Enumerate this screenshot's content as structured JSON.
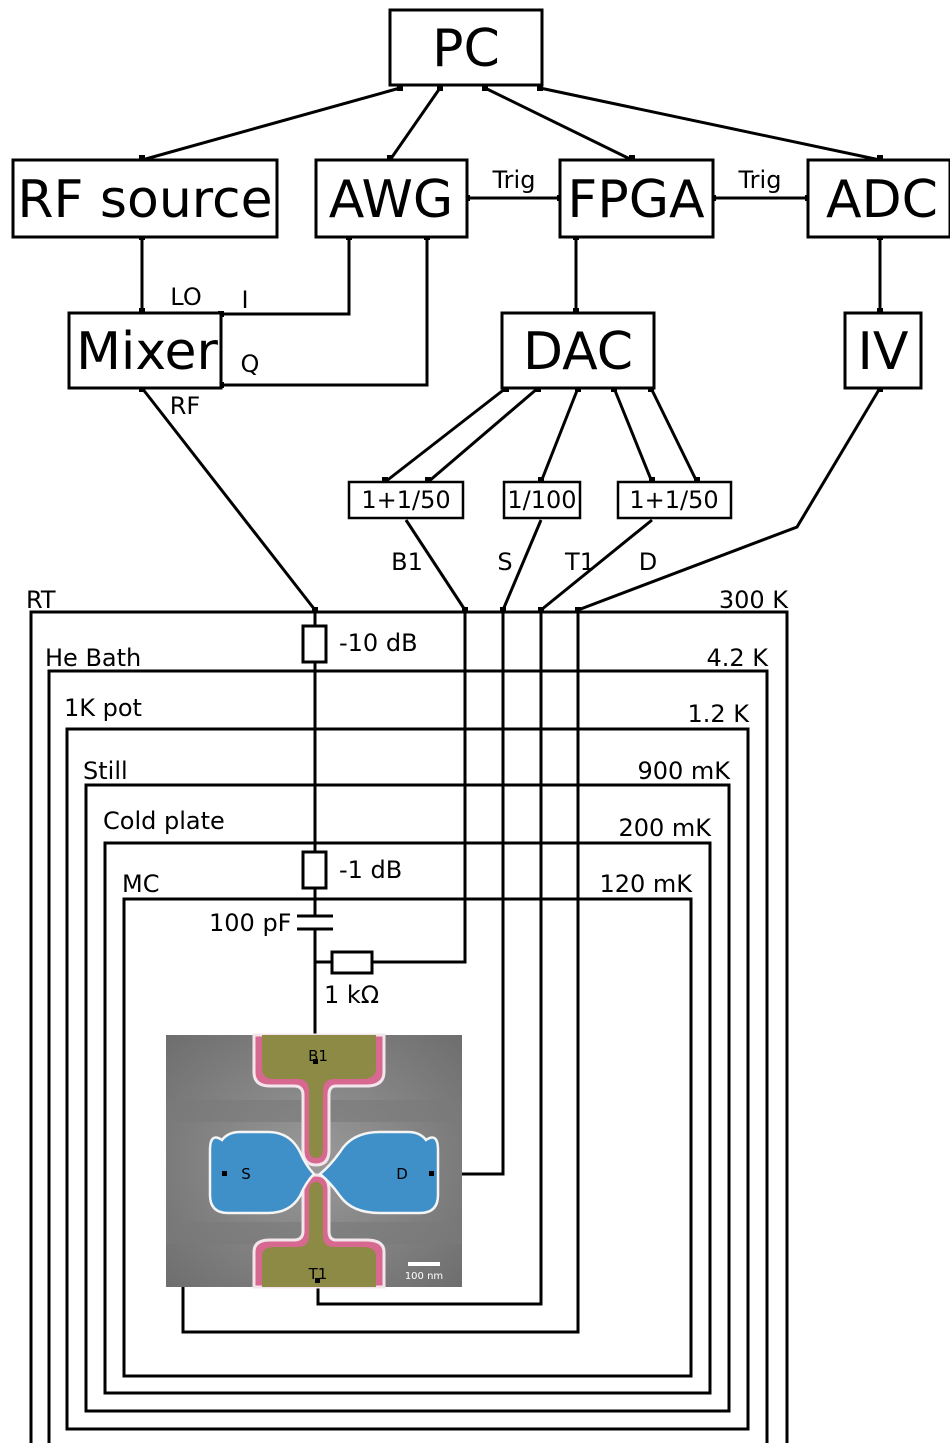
{
  "instruments": {
    "pc": "PC",
    "rf_source": "RF source",
    "awg": "AWG",
    "fpga": "FPGA",
    "adc": "ADC",
    "mixer": "Mixer",
    "dac": "DAC",
    "iv": "IV"
  },
  "trig_labels": [
    "Trig",
    "Trig"
  ],
  "mixer_ports": {
    "lo": "LO",
    "i": "I",
    "q": "Q",
    "rf": "RF"
  },
  "dividers": [
    "1+1/50",
    "1/100",
    "1+1/50"
  ],
  "line_labels": {
    "b1": "B1",
    "s": "S",
    "t1": "T1",
    "d": "D"
  },
  "stages": [
    {
      "name": "RT",
      "temp": "300 K"
    },
    {
      "name": "He Bath",
      "temp": "4.2 K"
    },
    {
      "name": "1K pot",
      "temp": "1.2 K"
    },
    {
      "name": "Still",
      "temp": "900 mK"
    },
    {
      "name": "Cold plate",
      "temp": "200 mK"
    },
    {
      "name": "MC",
      "temp": "120 mK"
    }
  ],
  "components": {
    "att_rt": "-10 dB",
    "att_cold": "-1 dB",
    "capacitor": "100 pF",
    "resistor": "1 kΩ"
  },
  "device": {
    "b1": "B1",
    "s": "S",
    "d": "D",
    "t1": "T1",
    "scale_bar": "100 nm",
    "colors": {
      "gates": "#8d8a45",
      "reservoirs": "#3f8fc8",
      "oxide": "#d7688f",
      "substrate": "#8b8b8b"
    }
  }
}
